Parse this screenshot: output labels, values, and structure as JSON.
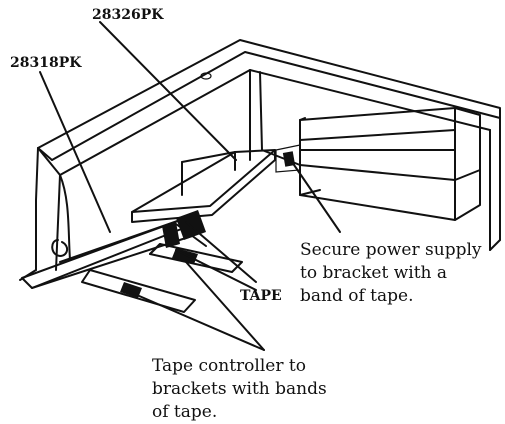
{
  "labels": {
    "part_upper": "28326PK",
    "part_left": "28318PK",
    "tape": "TAPE",
    "power_note": [
      "Secure power supply",
      "to bracket with a",
      "band of tape."
    ],
    "controller_note": [
      "Tape controller to",
      "brackets with bands",
      "of tape."
    ]
  }
}
